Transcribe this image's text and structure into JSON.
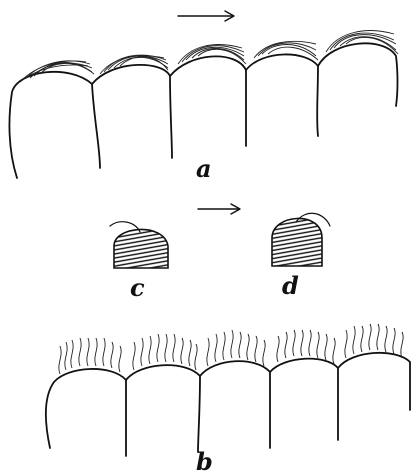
{
  "figure": {
    "labels": {
      "a": "a",
      "b": "b",
      "c": "c",
      "d": "d"
    }
  }
}
